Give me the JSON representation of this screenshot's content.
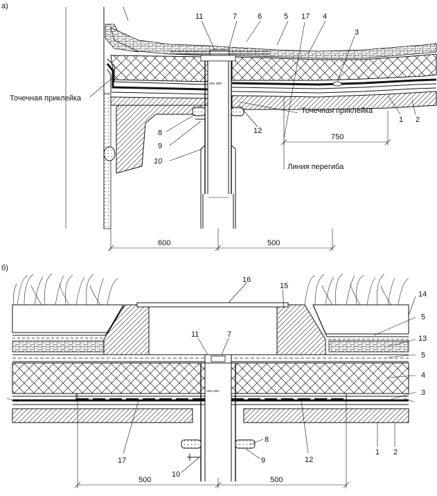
{
  "panel_a": {
    "label": "а)",
    "texts": {
      "spot_glue_left": "Точечная приклейка",
      "spot_glue_right": "Точечная приклейка",
      "bend_line": "Линия перегиба"
    },
    "callouts": [
      "11",
      "7",
      "6",
      "5",
      "17",
      "4",
      "3",
      "1",
      "2",
      "12",
      "8",
      "9",
      "10"
    ],
    "dimensions": {
      "bottom_left": "600",
      "bottom_right": "500",
      "right": "750"
    }
  },
  "panel_b": {
    "label": "б)",
    "callouts": [
      "16",
      "15",
      "14",
      "5",
      "13",
      "5",
      "4",
      "3",
      "11",
      "7",
      "17",
      "12",
      "8",
      "9",
      "10",
      "1",
      "2"
    ],
    "dimensions": {
      "bottom_left": "500",
      "bottom_right": "500"
    }
  }
}
